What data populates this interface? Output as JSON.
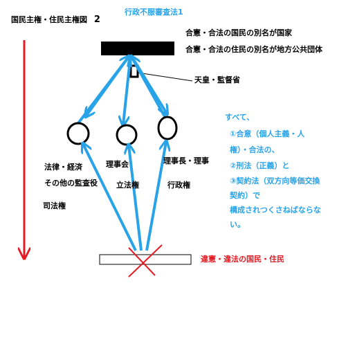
{
  "title": {
    "text": "国民主権・住民主権図",
    "number": "2"
  },
  "header_blue": "行政不服審査法1",
  "top_labels": {
    "line1": "合憲・合法の国民の別名が国家",
    "line2": "合憲・合法の住民の別名が地方公共団体"
  },
  "emperor_label": "天皇・監督省",
  "nodes": {
    "left_a": "法律・経済",
    "left_b": "その他の監査役",
    "judicial": "司法権",
    "board": "理事会",
    "legislative": "立法権",
    "chair": "理事長・理事",
    "executive": "行政権"
  },
  "note": {
    "lines": [
      "すべて、",
      "①合意（個人主義・人",
      "権）・合法の、",
      "②刑法（正義）と",
      "③契約法（双方向等価交換",
      "契約）で",
      "構成されつくさねばならな",
      "い。"
    ]
  },
  "bottom_red": "違憲・違法の国民・住民",
  "colors": {
    "arrow_blue": "#29a3e8",
    "red": "#e31b23",
    "black": "#000000",
    "background": "#ffffff"
  }
}
